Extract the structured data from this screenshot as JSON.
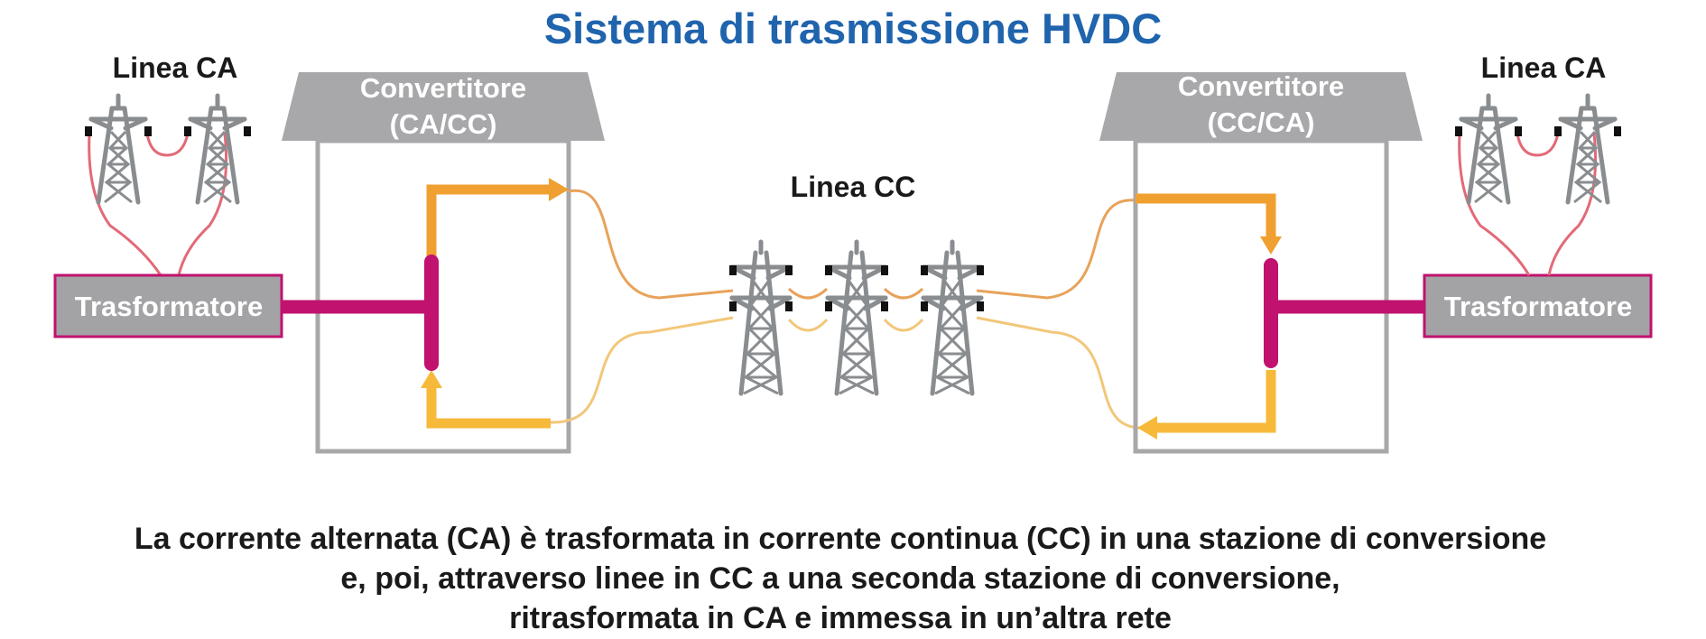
{
  "title": "Sistema di trasmissione HVDC",
  "labels": {
    "left_ac_line": "Linea CA",
    "right_ac_line": "Linea CA",
    "dc_line": "Linea CC",
    "left_converter": [
      "Convertitore",
      "(CA/CC)"
    ],
    "right_converter": [
      "Convertitore",
      "(CC/CA)"
    ],
    "left_transformer": "Trasformatore",
    "right_transformer": "Trasformatore"
  },
  "caption": [
    "La corrente alternata (CA) è trasformata in corrente continua (CC) in una stazione di conversione",
    "e, poi, attraverso linee in CC a una seconda stazione di conversione,",
    "ritrasformata in CA e immessa in un’altra rete"
  ],
  "colors": {
    "title": "#1f64ad",
    "magenta": "#c0126e",
    "trafo_fill": "#a3a3a6",
    "gray": "#a8a8ab",
    "orange": "#f0a030",
    "light_orange": "#f6b93a",
    "ac_cable": "#e26a78",
    "dc_cable": "#e8a25a"
  },
  "icons": {
    "tower": "transmission-tower-icon",
    "arrow": "arrow-head-icon"
  }
}
